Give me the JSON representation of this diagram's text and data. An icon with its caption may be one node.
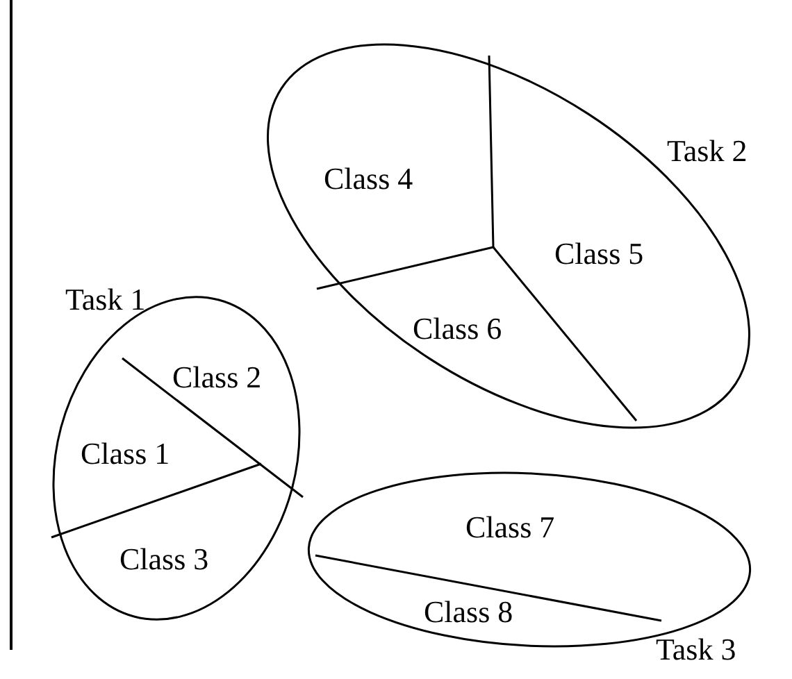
{
  "diagram": {
    "nodes": [
      {
        "text": [
          "Task 2"
        ]
      },
      {
        "text": [
          "Class 4"
        ],
        "in": 0
      },
      {
        "text": [
          "Class 5"
        ],
        "in": 0
      },
      {
        "text": [
          "Class 6"
        ],
        "in": 0
      },
      {
        "text": [
          "Task 1"
        ]
      },
      {
        "text": [
          "Class 2"
        ],
        "in": 4
      },
      {
        "text": [
          "Class 1"
        ],
        "in": 4
      },
      {
        "text": [
          "Class 3"
        ],
        "in": 4
      },
      {
        "text": [
          "Task 3"
        ]
      },
      {
        "text": [
          "Class 7"
        ],
        "in": 8
      },
      {
        "text": [
          "Class 8"
        ],
        "in": 8
      }
    ]
  }
}
